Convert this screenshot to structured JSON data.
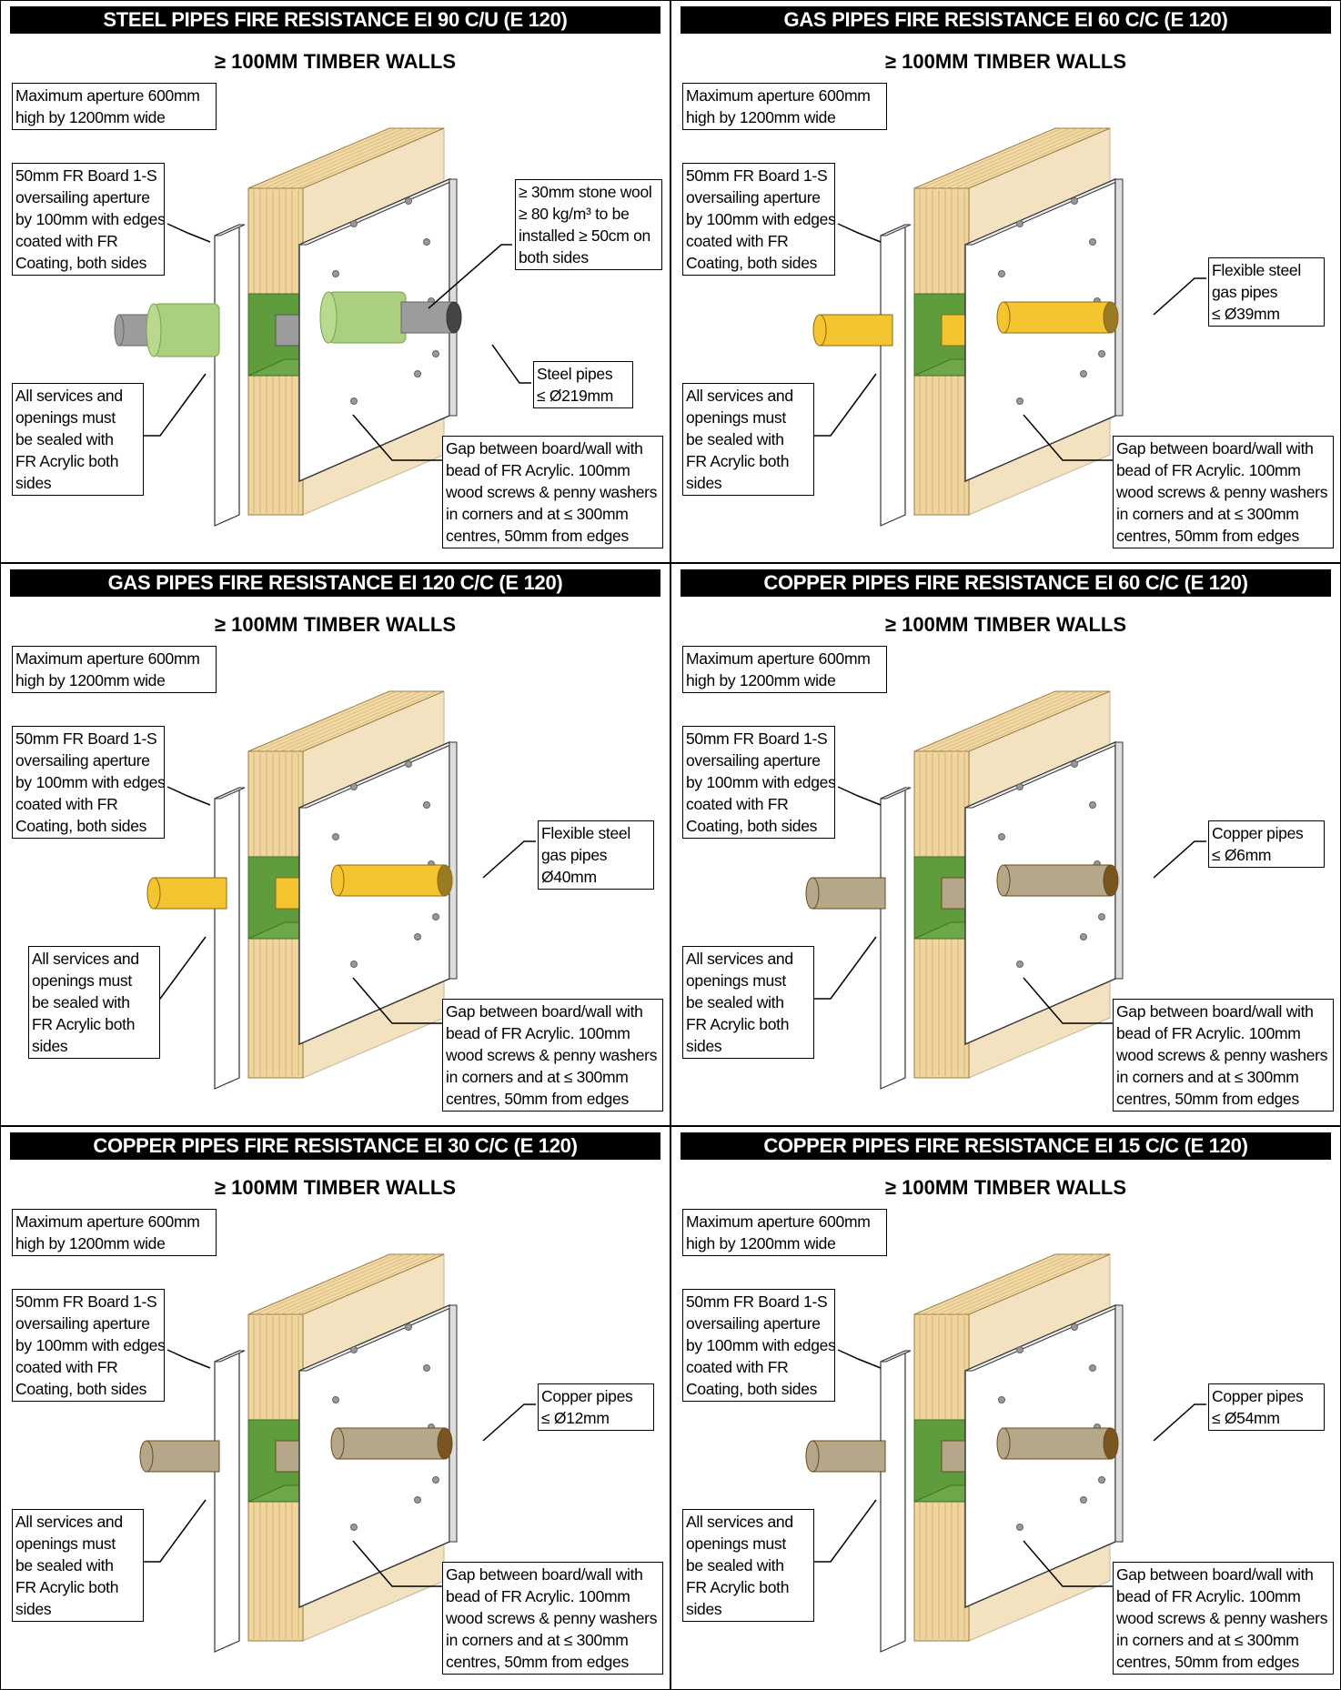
{
  "panels": [
    {
      "title": "STEEL PIPES FIRE RESISTANCE EI 90 C/U (E 120)",
      "subtitle": "≥ 100MM TIMBER WALLS",
      "aperture": [
        "Maximum aperture 600mm",
        "high by 1200mm wide"
      ],
      "board": [
        "50mm FR Board 1-S",
        "oversailing aperture",
        "by 100mm with edges",
        "coated with FR",
        "Coating, both sides"
      ],
      "services": [
        "All services and",
        "openings must",
        "be sealed with",
        "FR Acrylic both",
        "sides"
      ],
      "pipe_label": [
        "Steel pipes",
        "≤ Ø219mm"
      ],
      "wool_label": [
        "≥ 30mm stone wool",
        "≥ 80 kg/m³ to be",
        "installed ≥ 50cm on",
        "both sides"
      ],
      "gap": [
        "Gap between board/wall with",
        "bead of FR Acrylic. 100mm",
        "wood screws & penny washers",
        "in corners and at ≤ 300mm",
        "centres, 50mm from edges"
      ],
      "pipe_type": "steel",
      "pipe_color": "#9c9c9c"
    },
    {
      "title": "GAS PIPES FIRE RESISTANCE EI 60 C/C (E 120)",
      "subtitle": "≥ 100MM TIMBER WALLS",
      "aperture": [
        "Maximum aperture 600mm",
        "high by 1200mm wide"
      ],
      "board": [
        "50mm FR Board 1-S",
        "oversailing aperture",
        "by 100mm with edges",
        "coated with FR",
        "Coating, both sides"
      ],
      "services": [
        "All services and",
        "openings must",
        "be sealed with",
        "FR Acrylic both",
        "sides"
      ],
      "pipe_label": [
        "Flexible steel",
        "gas pipes",
        "≤ Ø39mm"
      ],
      "gap": [
        "Gap between board/wall with",
        "bead of FR Acrylic. 100mm",
        "wood screws & penny washers",
        "in corners and at ≤ 300mm",
        "centres, 50mm from edges"
      ],
      "pipe_type": "gas",
      "pipe_color": "#f5c431"
    },
    {
      "title": "GAS PIPES FIRE RESISTANCE EI 120 C/C (E 120)",
      "subtitle": "≥ 100MM TIMBER WALLS",
      "aperture": [
        "Maximum aperture 600mm",
        "high by 1200mm wide"
      ],
      "board": [
        "50mm FR Board 1-S",
        "oversailing aperture",
        "by 100mm with edges",
        "coated with FR",
        "Coating, both sides"
      ],
      "services": [
        "All services and",
        "openings must",
        "be sealed with",
        "FR Acrylic both",
        "sides"
      ],
      "pipe_label": [
        "Flexible steel",
        "gas pipes",
        "Ø40mm"
      ],
      "gap": [
        "Gap between board/wall with",
        "bead of FR Acrylic. 100mm",
        "wood screws & penny washers",
        "in corners and at ≤ 300mm",
        "centres, 50mm from edges"
      ],
      "pipe_type": "gas",
      "pipe_color": "#f5c431"
    },
    {
      "title": "COPPER PIPES FIRE RESISTANCE EI 60 C/C (E 120)",
      "subtitle": "≥ 100MM TIMBER WALLS",
      "aperture": [
        "Maximum aperture 600mm",
        "high by 1200mm wide"
      ],
      "board": [
        "50mm FR Board 1-S",
        "oversailing aperture",
        "by 100mm with edges",
        "coated with FR",
        "Coating, both sides"
      ],
      "services": [
        "All services and",
        "openings must",
        "be sealed with",
        "FR Acrylic both",
        "sides"
      ],
      "pipe_label": [
        "Copper pipes",
        "≤ Ø6mm"
      ],
      "gap": [
        "Gap between board/wall with",
        "bead of FR Acrylic. 100mm",
        "wood screws & penny washers",
        "in corners and at ≤ 300mm",
        "centres, 50mm from edges"
      ],
      "pipe_type": "copper",
      "pipe_color": "#b5a88a"
    },
    {
      "title": "COPPER PIPES FIRE RESISTANCE EI 30 C/C (E 120)",
      "subtitle": "≥ 100MM TIMBER WALLS",
      "aperture": [
        "Maximum aperture 600mm",
        "high by 1200mm wide"
      ],
      "board": [
        "50mm FR Board 1-S",
        "oversailing aperture",
        "by 100mm with edges",
        "coated with FR",
        "Coating, both sides"
      ],
      "services": [
        "All services and",
        "openings must",
        "be sealed with",
        "FR Acrylic both",
        "sides"
      ],
      "pipe_label": [
        "Copper pipes",
        "≤ Ø12mm"
      ],
      "gap": [
        "Gap between board/wall with",
        "bead of FR Acrylic. 100mm",
        "wood screws & penny washers",
        "in corners and at ≤ 300mm",
        "centres, 50mm from edges"
      ],
      "pipe_type": "copper",
      "pipe_color": "#b5a88a"
    },
    {
      "title": "COPPER PIPES FIRE RESISTANCE EI 15 C/C (E 120)",
      "subtitle": "≥ 100MM TIMBER WALLS",
      "aperture": [
        "Maximum aperture 600mm",
        "high by 1200mm wide"
      ],
      "board": [
        "50mm FR Board 1-S",
        "oversailing aperture",
        "by 100mm with edges",
        "coated with FR",
        "Coating, both sides"
      ],
      "services": [
        "All services and",
        "openings must",
        "be sealed with",
        "FR Acrylic both",
        "sides"
      ],
      "pipe_label": [
        "Copper pipes",
        "≤ Ø54mm"
      ],
      "gap": [
        "Gap between board/wall with",
        "bead of FR Acrylic. 100mm",
        "wood screws & penny washers",
        "in corners and at ≤ 300mm",
        "centres, 50mm from edges"
      ],
      "pipe_type": "copper",
      "pipe_color": "#b5a88a"
    }
  ],
  "colors": {
    "timber": "#f0d5a0",
    "timber_grain": "#d9b372",
    "board": "#ffffff",
    "seal": "#5f9d3c",
    "wool": "#a9cf7f"
  }
}
